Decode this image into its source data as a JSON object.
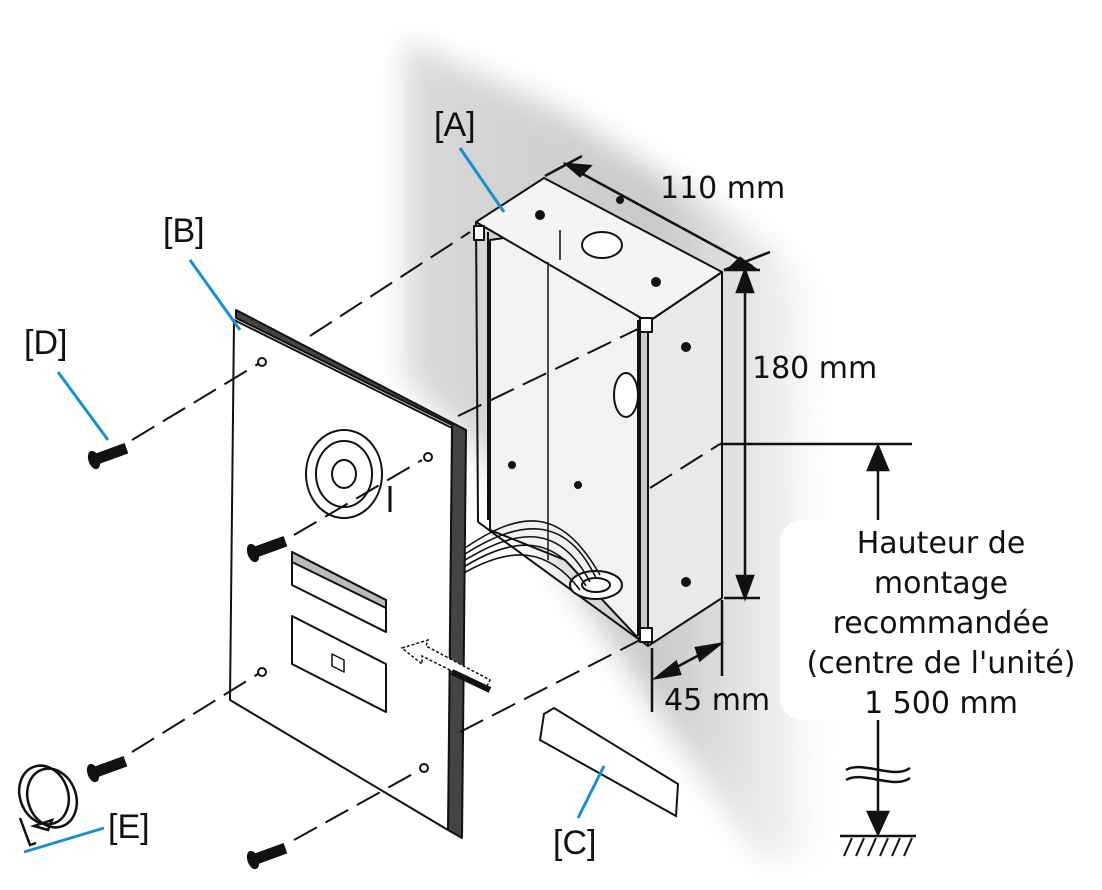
{
  "labels": {
    "a": "[A]",
    "b": "[B]",
    "c": "[C]",
    "d": "[D]",
    "e": "[E]"
  },
  "dimensions": {
    "width": "110 mm",
    "height": "180 mm",
    "depth": "45 mm"
  },
  "mounting_height": {
    "line1": "Hauteur de",
    "line2": "montage",
    "line3": "recommandée",
    "line4": "(centre de l'unité)",
    "line5": "1 500 mm"
  },
  "colors": {
    "leader": "#1a8fd0",
    "line": "#111111",
    "shadow": "#c8c8c8"
  }
}
